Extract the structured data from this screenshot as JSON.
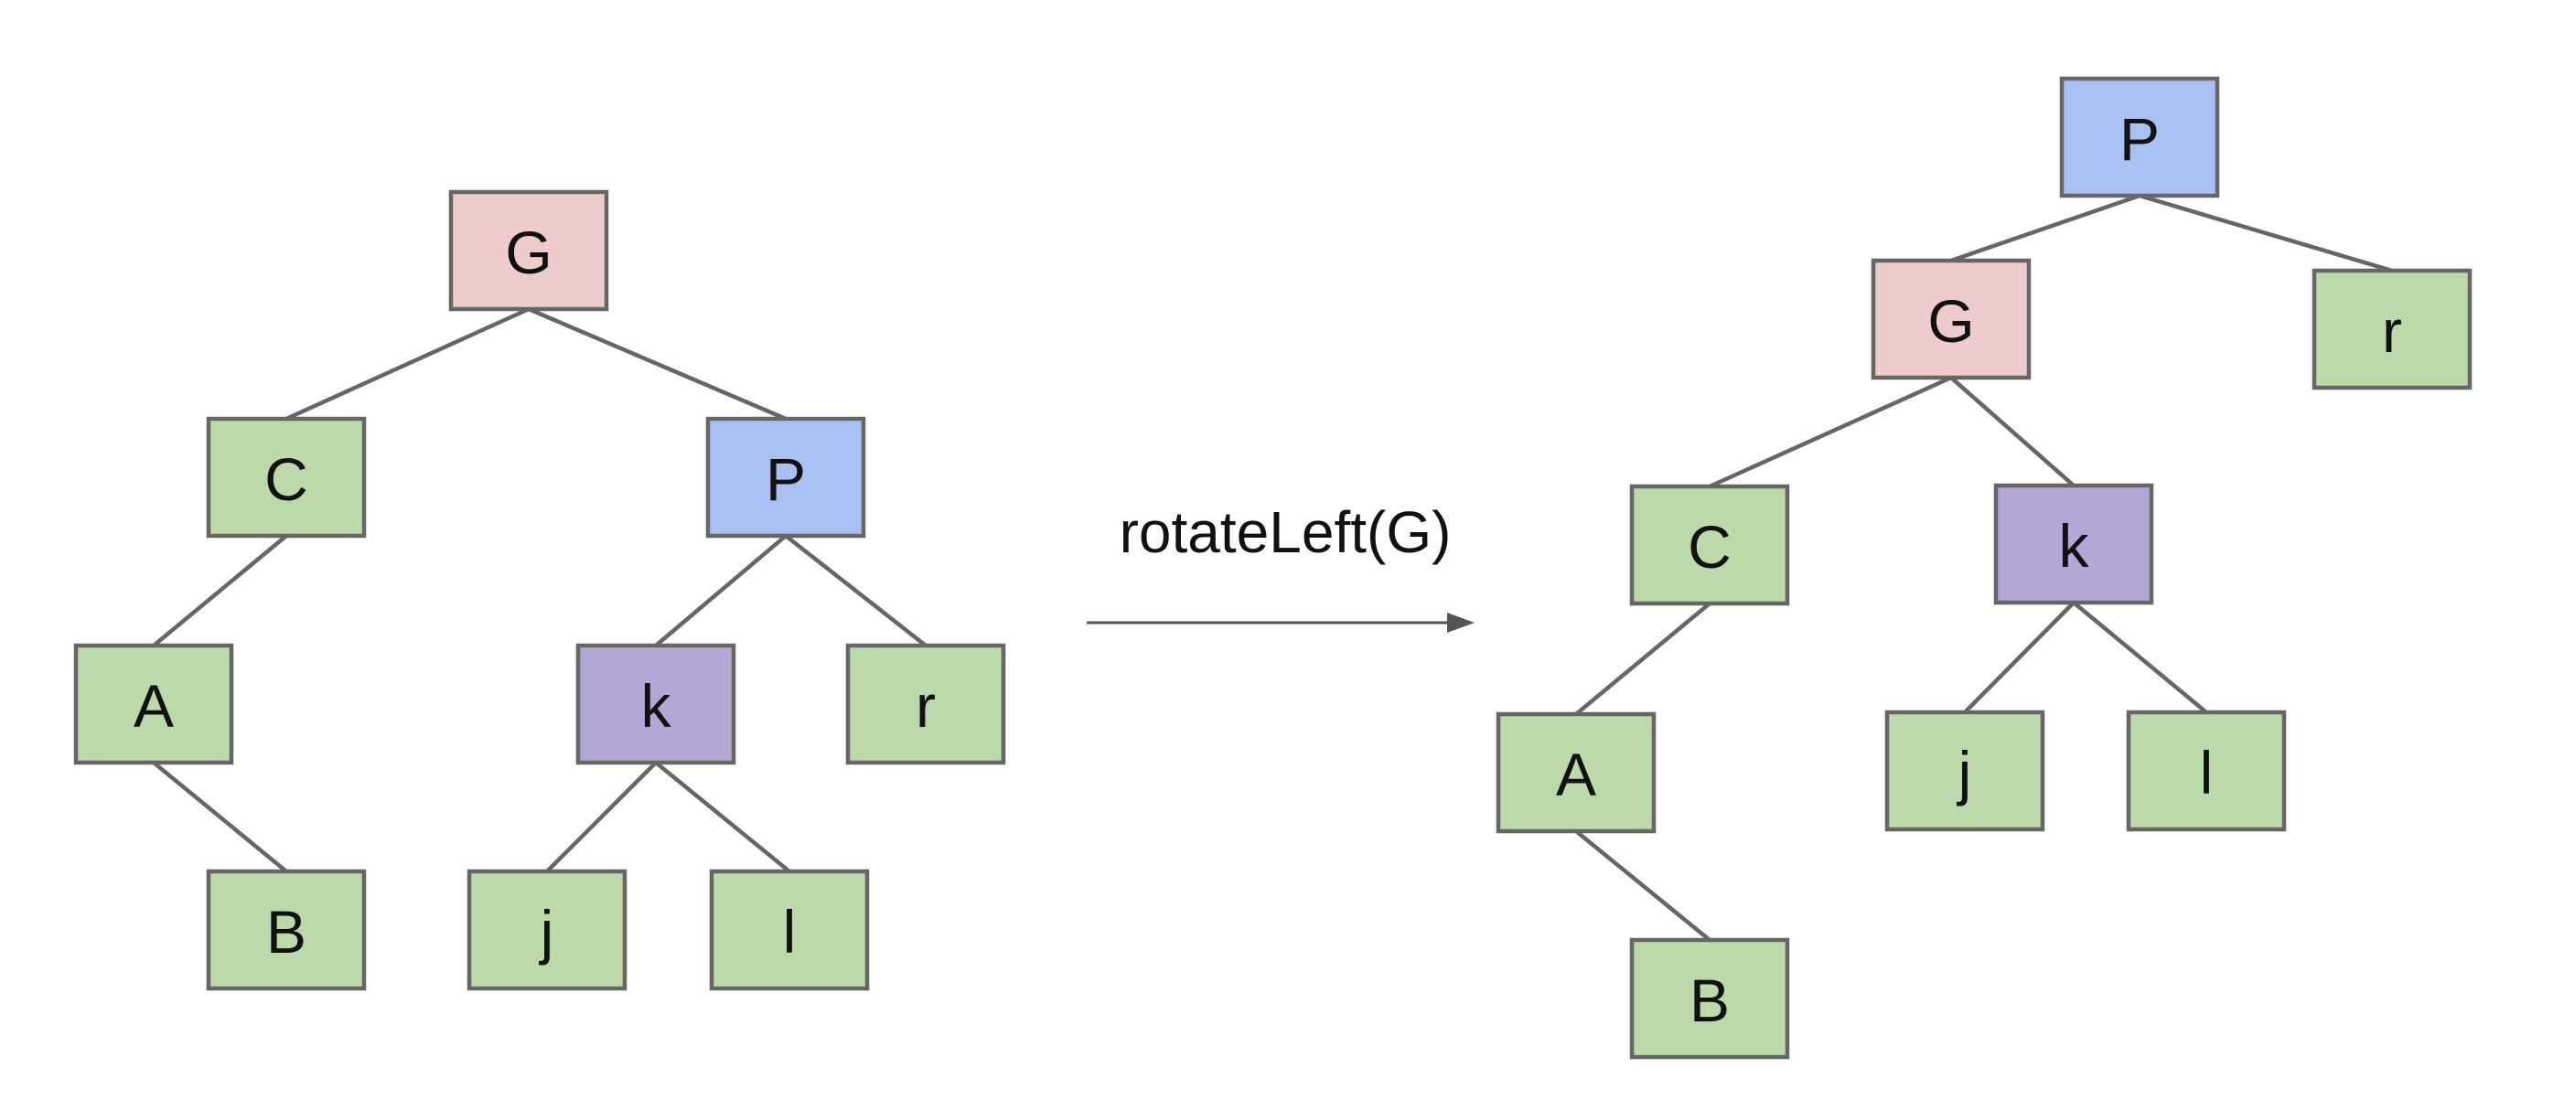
{
  "colors": {
    "red": "#efcccc",
    "blue": "#a9c1f2",
    "green": "#bcd9a9",
    "purple": "#b4a7d7",
    "stroke": "#666666"
  },
  "before_tree": {
    "nodes": [
      {
        "id": "G",
        "label": "G",
        "color": "red"
      },
      {
        "id": "C",
        "label": "C",
        "color": "green"
      },
      {
        "id": "P",
        "label": "P",
        "color": "blue"
      },
      {
        "id": "A",
        "label": "A",
        "color": "green"
      },
      {
        "id": "B",
        "label": "B",
        "color": "green"
      },
      {
        "id": "k",
        "label": "k",
        "color": "purple"
      },
      {
        "id": "r",
        "label": "r",
        "color": "green"
      },
      {
        "id": "j",
        "label": "j",
        "color": "green"
      },
      {
        "id": "l",
        "label": "l",
        "color": "green"
      }
    ],
    "edges": [
      [
        "G",
        "C"
      ],
      [
        "G",
        "P"
      ],
      [
        "C",
        "A"
      ],
      [
        "A",
        "B"
      ],
      [
        "P",
        "k"
      ],
      [
        "P",
        "r"
      ],
      [
        "k",
        "j"
      ],
      [
        "k",
        "l"
      ]
    ]
  },
  "operation": {
    "label": "rotateLeft(G)"
  },
  "after_tree": {
    "nodes": [
      {
        "id": "P",
        "label": "P",
        "color": "blue"
      },
      {
        "id": "G",
        "label": "G",
        "color": "red"
      },
      {
        "id": "r",
        "label": "r",
        "color": "green"
      },
      {
        "id": "C",
        "label": "C",
        "color": "green"
      },
      {
        "id": "k",
        "label": "k",
        "color": "purple"
      },
      {
        "id": "A",
        "label": "A",
        "color": "green"
      },
      {
        "id": "B",
        "label": "B",
        "color": "green"
      },
      {
        "id": "j",
        "label": "j",
        "color": "green"
      },
      {
        "id": "l",
        "label": "l",
        "color": "green"
      }
    ],
    "edges": [
      [
        "P",
        "G"
      ],
      [
        "P",
        "r"
      ],
      [
        "G",
        "C"
      ],
      [
        "G",
        "k"
      ],
      [
        "C",
        "A"
      ],
      [
        "A",
        "B"
      ],
      [
        "k",
        "j"
      ],
      [
        "k",
        "l"
      ]
    ]
  }
}
